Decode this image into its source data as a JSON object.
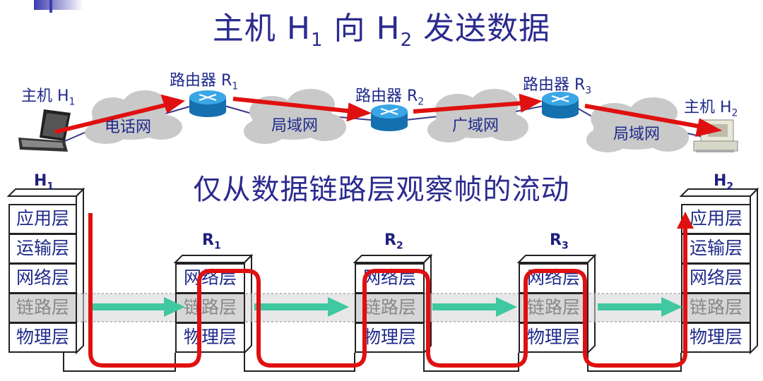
{
  "title": "主机 H₁ 向 H₂ 发送数据",
  "title_parts": {
    "main": "主机 H",
    "sub1": "1",
    "mid": " 向 H",
    "sub2": "2",
    "end": " 发送数据"
  },
  "subtitle": "仅从数据链路层观察帧的流动",
  "network": {
    "host1_label": "主机 H",
    "host1_sub": "1",
    "host2_label": "主机 H",
    "host2_sub": "2",
    "routers": [
      {
        "label": "路由器 R",
        "sub": "1"
      },
      {
        "label": "路由器 R",
        "sub": "2"
      },
      {
        "label": "路由器 R",
        "sub": "3"
      }
    ],
    "clouds": [
      "电话网",
      "局域网",
      "广域网",
      "局域网"
    ]
  },
  "stacks": {
    "h1": {
      "label": "H",
      "sub": "1",
      "layers": [
        "应用层",
        "运输层",
        "网络层",
        "链路层",
        "物理层"
      ]
    },
    "h2": {
      "label": "H",
      "sub": "2",
      "layers": [
        "应用层",
        "运输层",
        "网络层",
        "链路层",
        "物理层"
      ]
    },
    "r1": {
      "label": "R",
      "sub": "1",
      "layers": [
        "网络层",
        "链路层",
        "物理层"
      ]
    },
    "r2": {
      "label": "R",
      "sub": "2",
      "layers": [
        "网络层",
        "链路层",
        "物理层"
      ]
    },
    "r3": {
      "label": "R",
      "sub": "3",
      "layers": [
        "网络层",
        "链路层",
        "物理层"
      ]
    }
  },
  "colors": {
    "title": "#2b2b8f",
    "path": "#e01010",
    "frame_arrow": "#40c8a0",
    "link_band": "#d6d6d6",
    "router": "#1a8ccf",
    "cloud": "#c9c9c9"
  }
}
